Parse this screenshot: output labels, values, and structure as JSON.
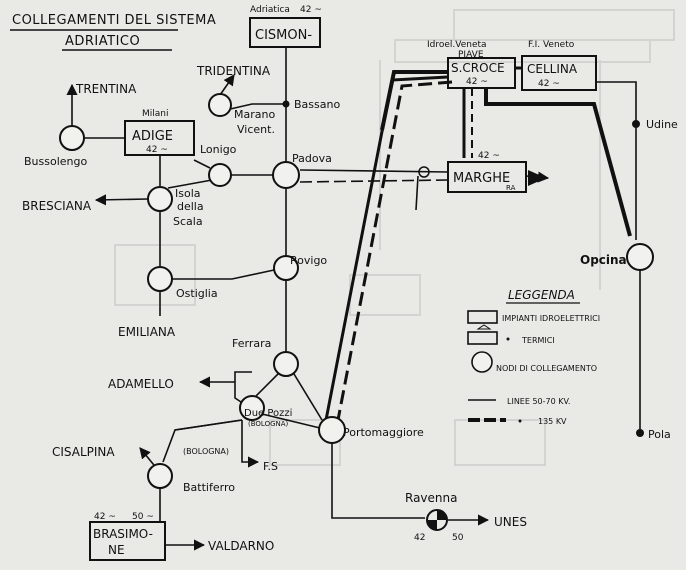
{
  "title": {
    "line1": "COLLEGAMENTI DEL SISTEMA",
    "line2": "ADRIATICO"
  },
  "plants": {
    "cismon": {
      "owner": "Adriatica",
      "voltage": "42 ~",
      "name": "CISMON-"
    },
    "adige": {
      "owner": "Milani",
      "voltage": "42 ~",
      "name": "ADIGE"
    },
    "s_croce": {
      "owner": "Idroel.Veneta",
      "sub": "PIAVE",
      "voltage": "42 ~",
      "name": "S.CROCE"
    },
    "cellina": {
      "owner": "F.I. Veneto",
      "voltage": "42 ~",
      "name": "CELLINA"
    },
    "marghe": {
      "voltage": "42 ~",
      "name": "MARGHE",
      "sub": "RA"
    },
    "brasimone": {
      "voltage_left": "42 ~",
      "voltage_right": "50 ~",
      "name_line1": "BRASIMO-",
      "name_line2": "NE"
    },
    "ravenna": {
      "name": "Ravenna",
      "voltage_left": "42",
      "voltage_right": "50"
    }
  },
  "nodes": {
    "bassano": "Bassano",
    "marano": "Marano",
    "vicent": "Vicent.",
    "lonigo": "Lonigo",
    "padova": "Padova",
    "bussolengo": "Bussolengo",
    "isola_1": "Isola",
    "isola_2": "della",
    "isola_3": "Scala",
    "rovigo": "Rovigo",
    "ostiglia": "Ostiglia",
    "ferrara": "Ferrara",
    "duepozzi": "Due Pozzi",
    "bologna_paren": "(BOLOGNA)",
    "bologna_left": "(BOLOGNA)",
    "battiferro": "Battiferro",
    "portomaggiore": "Portomaggiore",
    "opcina": "Opcina",
    "udine": "Udine",
    "pola": "Pola"
  },
  "connections": {
    "trentina": "TRENTINA",
    "tridentina": "TRIDENTINA",
    "bresciana": "BRESCIANA",
    "emiliana": "EMILIANA",
    "adamello": "ADAMELLO",
    "cisalpina": "CISALPINA",
    "fs": "F.S",
    "valdarno": "VALDARNO",
    "unes": "UNES"
  },
  "legend": {
    "title": "LEGGENDA",
    "hydro": "IMPIANTI IDROELETTRICI",
    "thermal": "TERMICI",
    "nodes": "NODI DI COLLEGAMENTO",
    "line_low": "LINEE  50-70  KV.",
    "line_high": "135  KV"
  }
}
